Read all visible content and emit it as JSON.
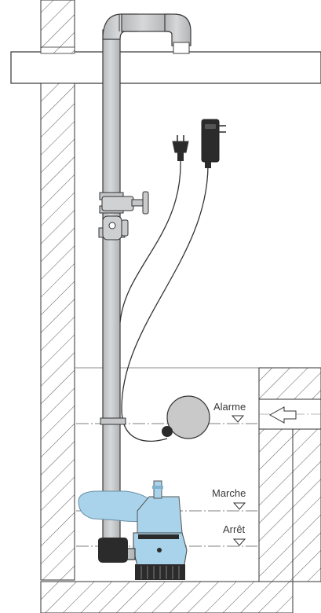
{
  "levels": {
    "alarm": "Alarme",
    "on": "Marche",
    "off": "Arrêt"
  },
  "colors": {
    "pipe": "#c6c8ca",
    "pipe_outline": "#3c3c3c",
    "pump_blue": "#a9d3ea",
    "pump_dark": "#2a2a2a",
    "float": "#c9c9c9",
    "hatch": "#444444"
  },
  "icons": [
    "plug-icon",
    "adapter-icon",
    "valve-icon",
    "check-valve-icon",
    "float-switch-icon",
    "inlet-arrow-icon",
    "level-marker-icon"
  ]
}
